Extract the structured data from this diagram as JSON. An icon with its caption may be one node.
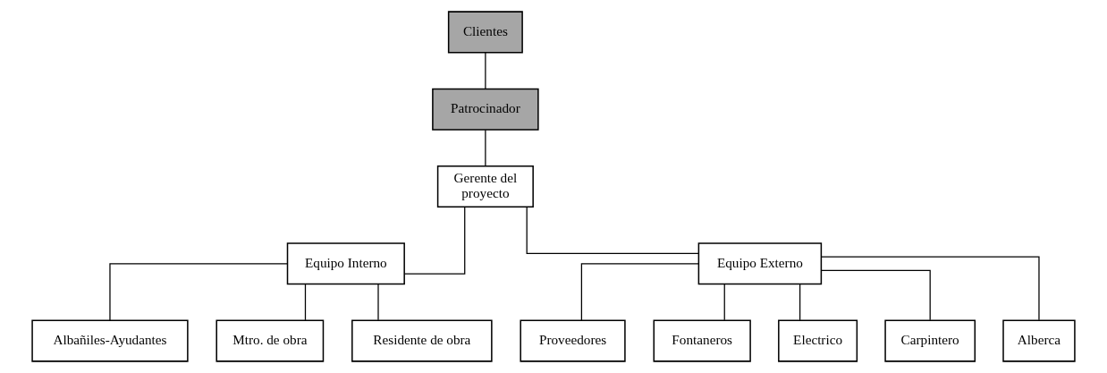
{
  "diagram": {
    "nodes": [
      {
        "text": [
          "Clientes"
        ]
      },
      {
        "text": [
          "Patrocinador"
        ]
      },
      {
        "text": [
          "Gerente del proyecto"
        ]
      },
      {
        "text": [
          "Equipo Interno"
        ]
      },
      {
        "text": [
          "Equipo Externo"
        ]
      },
      {
        "text": [
          "Albañiles-Ayudantes"
        ]
      },
      {
        "text": [
          "Mtro. de obra"
        ]
      },
      {
        "text": [
          "Residente de obra"
        ]
      },
      {
        "text": [
          "Proveedores"
        ]
      },
      {
        "text": [
          "Fontaneros"
        ]
      },
      {
        "text": [
          "Electrico"
        ]
      },
      {
        "text": [
          "Carpintero"
        ]
      },
      {
        "text": [
          "Alberca"
        ]
      }
    ],
    "edges": [
      {
        "from": 0,
        "to": 1,
        "arrow": "none"
      },
      {
        "from": 1,
        "to": 2,
        "arrow": "none"
      },
      {
        "from": 2,
        "to": 3,
        "arrow": "none"
      },
      {
        "from": 2,
        "to": 4,
        "arrow": "none"
      },
      {
        "from": 3,
        "to": 5,
        "arrow": "none"
      },
      {
        "from": 3,
        "to": 6,
        "arrow": "none"
      },
      {
        "from": 3,
        "to": 7,
        "arrow": "none"
      },
      {
        "from": 4,
        "to": 8,
        "arrow": "none"
      },
      {
        "from": 4,
        "to": 9,
        "arrow": "none"
      },
      {
        "from": 4,
        "to": 10,
        "arrow": "none"
      },
      {
        "from": 4,
        "to": 11,
        "arrow": "none"
      },
      {
        "from": 4,
        "to": 12,
        "arrow": "none"
      }
    ]
  }
}
